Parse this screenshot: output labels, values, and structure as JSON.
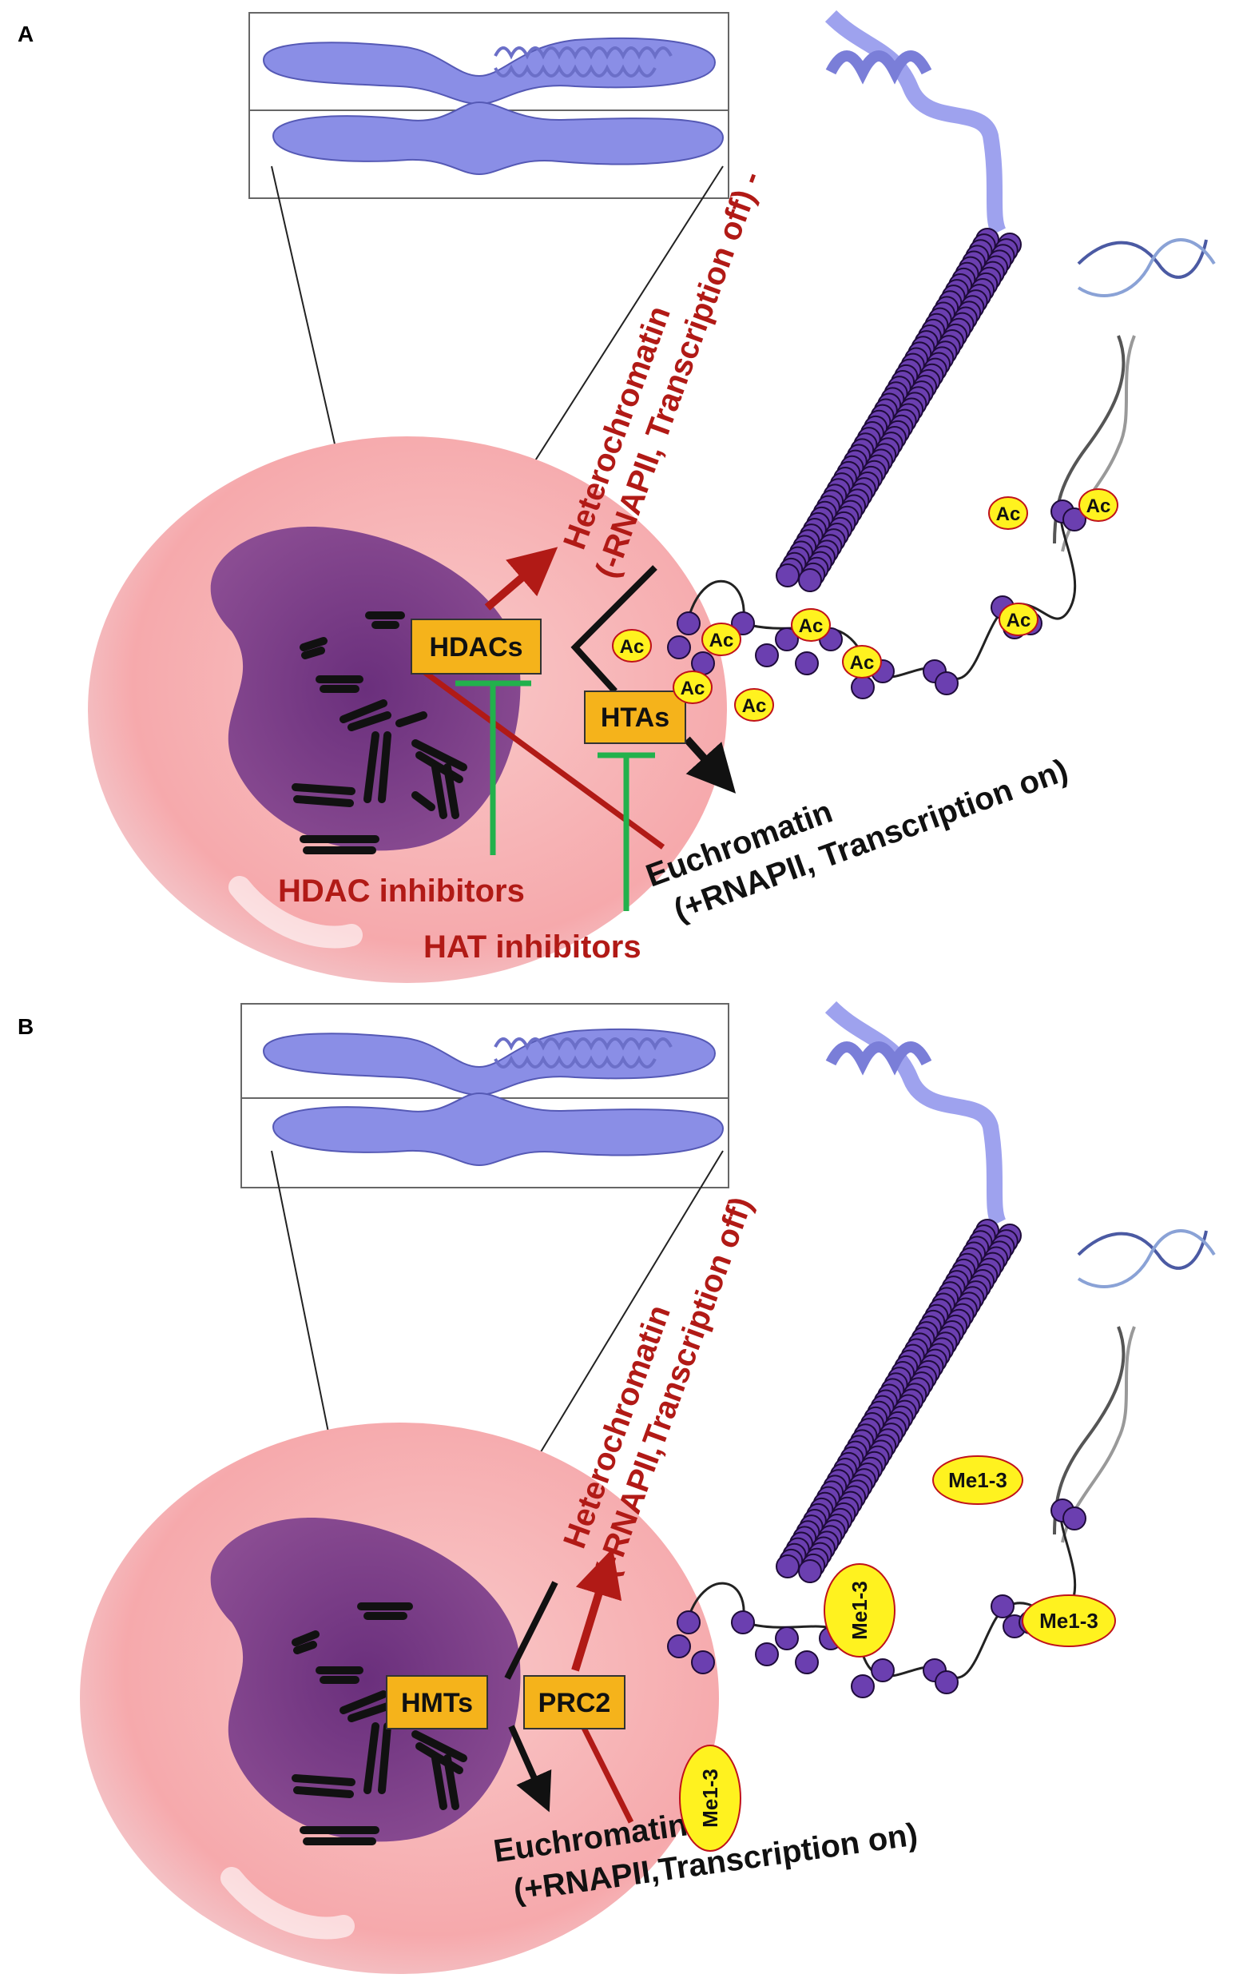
{
  "panel_a": {
    "letter": "A",
    "enzymes": {
      "hdacs": "HDACs",
      "htas": "HTAs"
    },
    "heterochromatin": {
      "line1": "Heterochromatin",
      "line2": "(-RNAPII, Transcription off) -"
    },
    "euchromatin": {
      "line1": "Euchromatin",
      "line2": "(+RNAPII, Transcription on)"
    },
    "inhibitors": {
      "hdac": "HDAC inhibitors",
      "hat": "HAT inhibitors"
    },
    "marks": [
      "Ac",
      "Ac",
      "Ac",
      "Ac",
      "Ac",
      "Ac",
      "Ac",
      "Ac",
      "Ac"
    ]
  },
  "panel_b": {
    "letter": "B",
    "enzymes": {
      "hmts": "HMTs",
      "prc2": "PRC2"
    },
    "heterochromatin": {
      "line1": "Heterochromatin",
      "line2": "(-RNAPII,Transcription off)"
    },
    "euchromatin": {
      "line1": "Euchromatin",
      "line2": "(+RNAPII,Transcription on)"
    },
    "marks": [
      "Me1-3",
      "Me1-3",
      "Me1-3",
      "Me1-3"
    ]
  },
  "colors": {
    "cell": "#f7b7b9",
    "nucleus": "#7a3f86",
    "chromosome": "#8a8ee6",
    "nucleosome": "#6b3fb0",
    "enzyme_box": "#f5b31b",
    "mark": "#fff21f",
    "mark_border": "#c0121a",
    "red_arrow": "#b11a16",
    "inhibitor": "#22b14c"
  }
}
